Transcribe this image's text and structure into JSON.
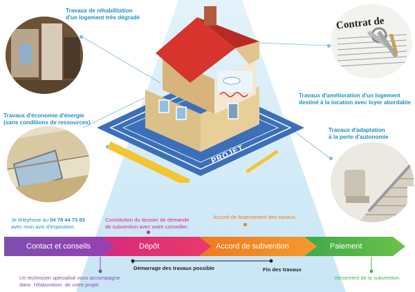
{
  "captions": {
    "rehab": "Travaux de réhabilitation\nd'un logement très dégradé",
    "energy": "Travaux d'économie d'énergie\n(sans conditions de ressources)",
    "rental": "Travaux d'amélioration d'un logement\ndestiné à la location avec loyer abordable",
    "autonomy": "Travaux d'adaptation\nà la perte d'autonomie"
  },
  "contract_text": "Contrat de",
  "projet_label": "PROJET",
  "phone_note": {
    "line1_pre": "Je téléphone au",
    "phone": "04 78 44 73 83",
    "line2": "avec mon avis d'imposition."
  },
  "dossier_note": "Constitution du dossier de demande\nde subvention avec votre conseiller.",
  "financement_note": "Accord de financement des travaux.",
  "steps": [
    {
      "label": "Contact et conseils",
      "color": "#7b4fb0"
    },
    {
      "label": "Dépôt",
      "color": "#e0287a"
    },
    {
      "label": "Accord de subvention",
      "color": "#f07a1e"
    },
    {
      "label": "Paiement",
      "color": "#4ab24a"
    }
  ],
  "bottom": {
    "technicien": "Un technicien spécialisé vous accompagne\ndans  l'élaboration  de votre projet.",
    "demarrage": "Démarrage des travaux possible",
    "fin": "Fin des travaux",
    "versement": "Versement de la subvention."
  },
  "colors": {
    "caption": "#1f8fc4",
    "purple": "#7b4fb0",
    "pink": "#e0287a",
    "orange": "#f07a1e",
    "green": "#4ab24a"
  }
}
